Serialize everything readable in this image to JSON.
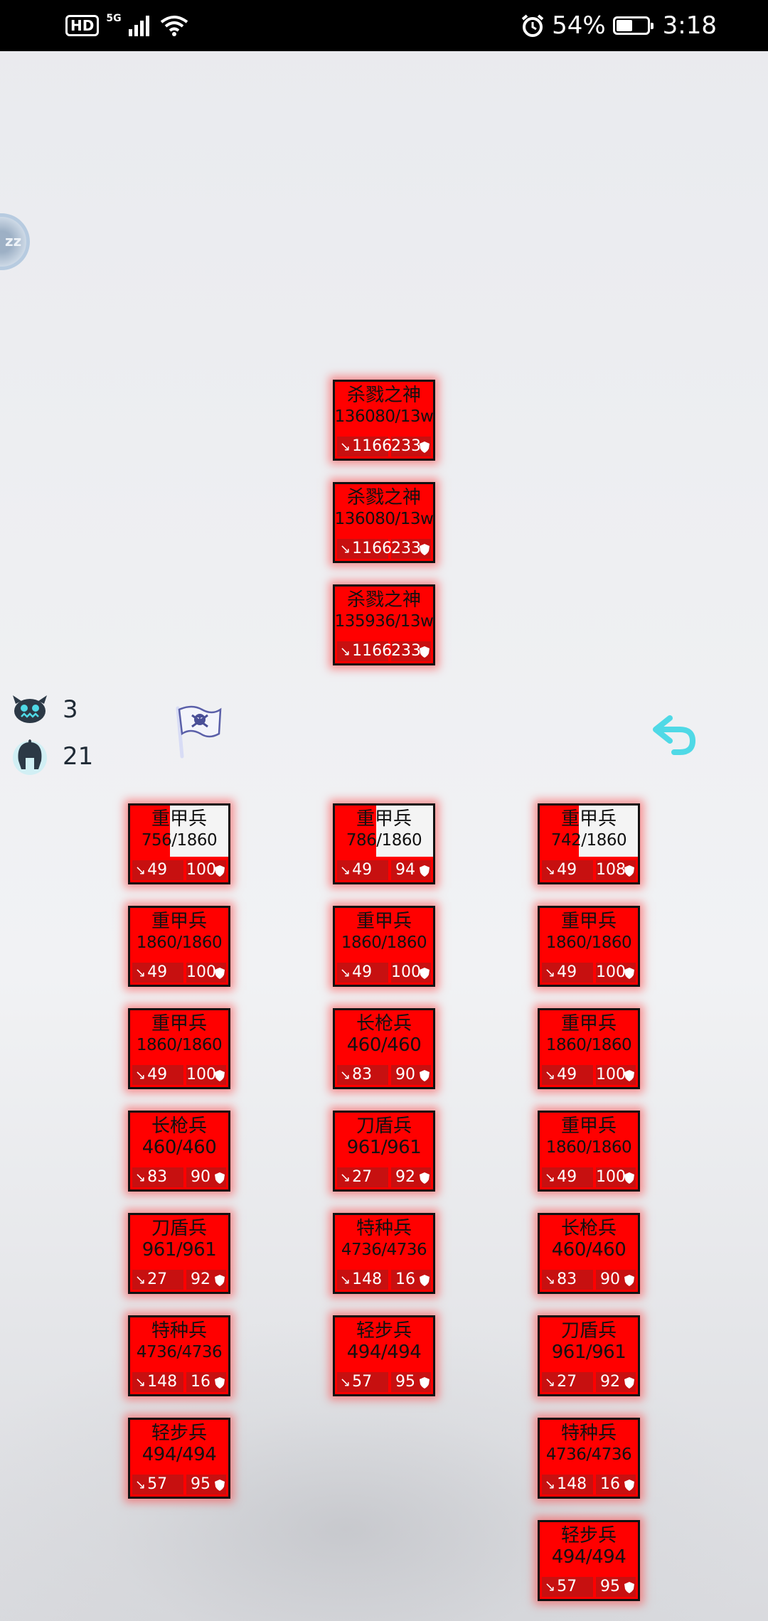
{
  "status_bar": {
    "hd": "HD",
    "net": "5G",
    "battery_percent": "54%",
    "battery_level": 0.54,
    "time": "3:18"
  },
  "side_orb_text": "zz",
  "stats": {
    "enemy_count": "3",
    "soldier_count": "21"
  },
  "icons": {
    "enemy": "monster-face-icon",
    "soldier": "spartan-helmet-icon",
    "flag": "skull-flag-icon",
    "back": "undo-arrow-icon",
    "attack": "sword-icon",
    "defense": "shield-icon"
  },
  "colors": {
    "unit_red": "#ff0000",
    "stat_bar": "#c71010",
    "hp_empty": "#f4f4f4",
    "back_cyan": "#4fd9e6"
  },
  "enemy_units": [
    {
      "name": "杀戮之神",
      "hp": "136080/13w",
      "hp_ratio": 1.0,
      "atk": "1166",
      "def": "233"
    },
    {
      "name": "杀戮之神",
      "hp": "136080/13w",
      "hp_ratio": 1.0,
      "atk": "1166",
      "def": "233"
    },
    {
      "name": "杀戮之神",
      "hp": "135936/13w",
      "hp_ratio": 1.0,
      "atk": "1166",
      "def": "233"
    }
  ],
  "player_columns": [
    [
      {
        "name": "重甲兵",
        "hp": "756/1860",
        "hp_ratio": 0.406,
        "atk": "49",
        "def": "100"
      },
      {
        "name": "重甲兵",
        "hp": "1860/1860",
        "hp_ratio": 1.0,
        "atk": "49",
        "def": "100"
      },
      {
        "name": "重甲兵",
        "hp": "1860/1860",
        "hp_ratio": 1.0,
        "atk": "49",
        "def": "100"
      },
      {
        "name": "长枪兵",
        "hp": "460/460",
        "hp_ratio": 1.0,
        "atk": "83",
        "def": "90"
      },
      {
        "name": "刀盾兵",
        "hp": "961/961",
        "hp_ratio": 1.0,
        "atk": "27",
        "def": "92"
      },
      {
        "name": "特种兵",
        "hp": "4736/4736",
        "hp_ratio": 1.0,
        "atk": "148",
        "def": "16"
      },
      {
        "name": "轻步兵",
        "hp": "494/494",
        "hp_ratio": 1.0,
        "atk": "57",
        "def": "95"
      }
    ],
    [
      {
        "name": "重甲兵",
        "hp": "786/1860",
        "hp_ratio": 0.423,
        "atk": "49",
        "def": "94"
      },
      {
        "name": "重甲兵",
        "hp": "1860/1860",
        "hp_ratio": 1.0,
        "atk": "49",
        "def": "100"
      },
      {
        "name": "长枪兵",
        "hp": "460/460",
        "hp_ratio": 1.0,
        "atk": "83",
        "def": "90"
      },
      {
        "name": "刀盾兵",
        "hp": "961/961",
        "hp_ratio": 1.0,
        "atk": "27",
        "def": "92"
      },
      {
        "name": "特种兵",
        "hp": "4736/4736",
        "hp_ratio": 1.0,
        "atk": "148",
        "def": "16"
      },
      {
        "name": "轻步兵",
        "hp": "494/494",
        "hp_ratio": 1.0,
        "atk": "57",
        "def": "95"
      }
    ],
    [
      {
        "name": "重甲兵",
        "hp": "742/1860",
        "hp_ratio": 0.399,
        "atk": "49",
        "def": "108"
      },
      {
        "name": "重甲兵",
        "hp": "1860/1860",
        "hp_ratio": 1.0,
        "atk": "49",
        "def": "100"
      },
      {
        "name": "重甲兵",
        "hp": "1860/1860",
        "hp_ratio": 1.0,
        "atk": "49",
        "def": "100"
      },
      {
        "name": "重甲兵",
        "hp": "1860/1860",
        "hp_ratio": 1.0,
        "atk": "49",
        "def": "100"
      },
      {
        "name": "长枪兵",
        "hp": "460/460",
        "hp_ratio": 1.0,
        "atk": "83",
        "def": "90"
      },
      {
        "name": "刀盾兵",
        "hp": "961/961",
        "hp_ratio": 1.0,
        "atk": "27",
        "def": "92"
      },
      {
        "name": "特种兵",
        "hp": "4736/4736",
        "hp_ratio": 1.0,
        "atk": "148",
        "def": "16"
      },
      {
        "name": "轻步兵",
        "hp": "494/494",
        "hp_ratio": 1.0,
        "atk": "57",
        "def": "95"
      }
    ]
  ]
}
